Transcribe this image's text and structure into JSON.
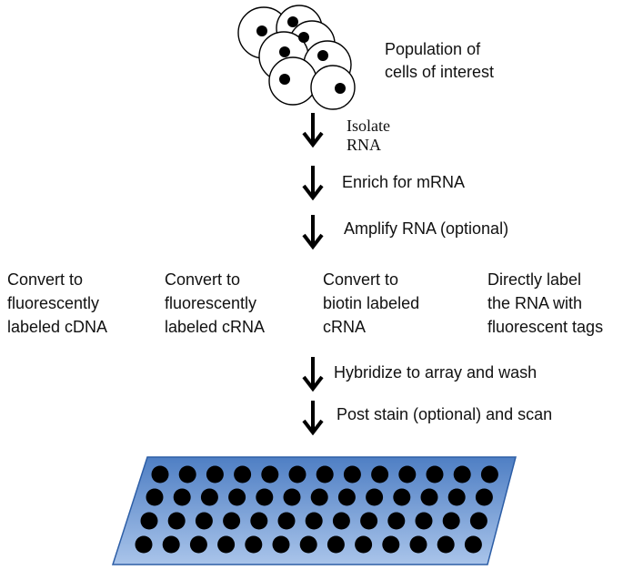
{
  "cells_label": [
    "Population of",
    "cells of interest"
  ],
  "steps": {
    "isolate": [
      "Isolate",
      "RNA"
    ],
    "enrich": "Enrich for mRNA",
    "amplify": "Amplify RNA (optional)",
    "hybridize": "Hybridize to array and wash",
    "poststain": "Post stain (optional) and scan"
  },
  "options": [
    [
      "Convert to",
      "fluorescently",
      "labeled cDNA"
    ],
    [
      "Convert to",
      "fluorescently",
      "labeled cRNA"
    ],
    [
      "Convert to",
      "biotin labeled",
      "cRNA"
    ],
    [
      "Directly label",
      "the RNA with",
      "fluorescent tags"
    ]
  ],
  "colors": {
    "array_top": "#4f7fc4",
    "array_bottom": "#a9c4ea",
    "array_border": "#2d5ea6",
    "spot": "#000000",
    "arrow": "#000000"
  },
  "microarray": {
    "rows": 4,
    "cols": 13
  }
}
